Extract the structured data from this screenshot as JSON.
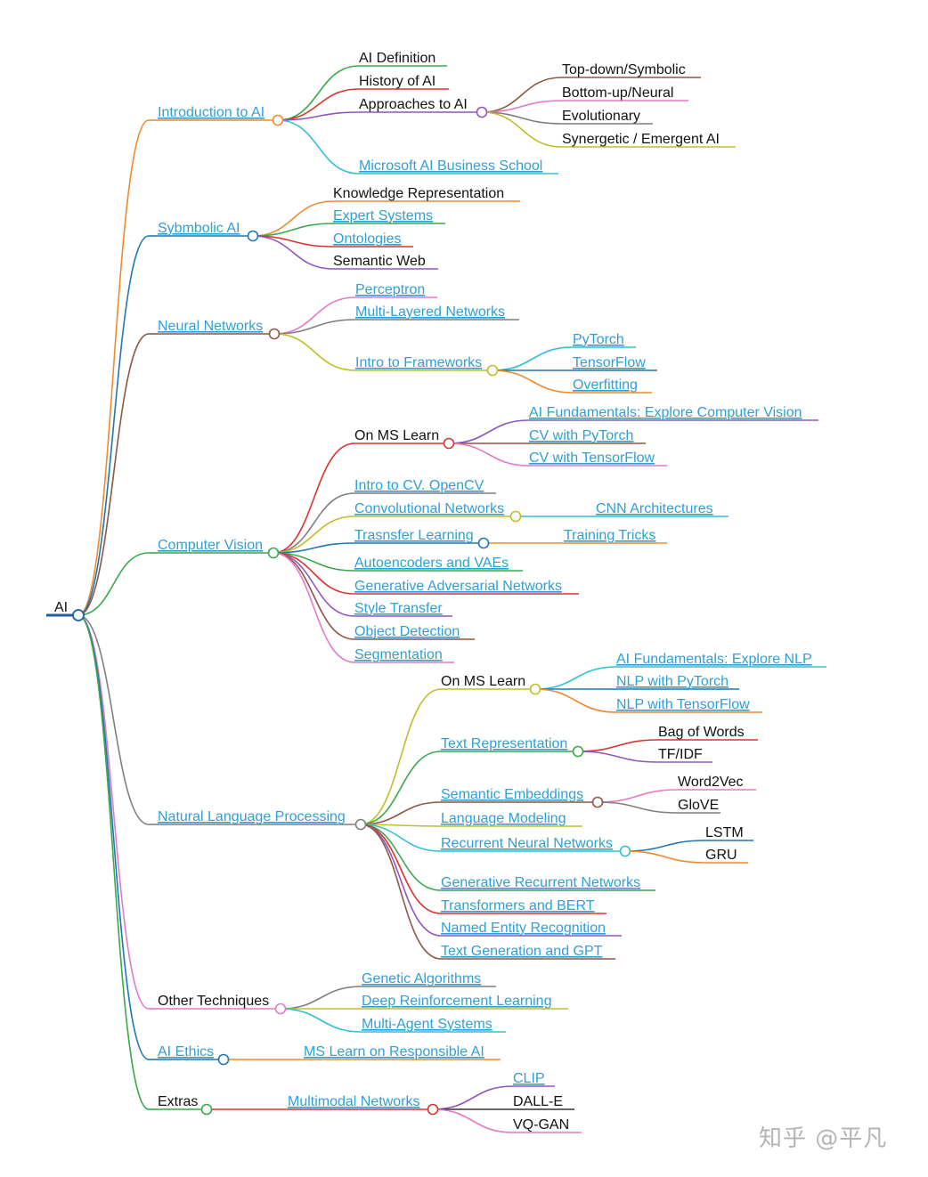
{
  "root": {
    "label": "AI",
    "color": "#1f5fa0"
  },
  "watermark": "知乎 @平凡",
  "colors": {
    "link_text": "#2f9fd6",
    "plain_text": "#111111",
    "node_fill": "#ffffff"
  },
  "branches": [
    {
      "label": "Introduction to AI",
      "link": true,
      "color": "#ef8a2d",
      "children": [
        {
          "label": "AI Definition",
          "link": false,
          "color": "#3aa84a"
        },
        {
          "label": "History of AI",
          "link": false,
          "color": "#d9342f"
        },
        {
          "label": "Approaches to AI",
          "link": false,
          "color": "#9055bf",
          "children": [
            {
              "label": "Top-down/Symbolic",
              "link": false,
              "color": "#8d5744"
            },
            {
              "label": "Bottom-up/Neural",
              "link": false,
              "color": "#e27ac6"
            },
            {
              "label": "Evolutionary",
              "link": false,
              "color": "#7f7f7f"
            },
            {
              "label": "Synergetic / Emergent AI",
              "link": false,
              "color": "#bdbf28"
            }
          ]
        },
        {
          "label": "Microsoft AI Business School",
          "link": true,
          "color": "#2fc0d3"
        }
      ]
    },
    {
      "label": "Sybmbolic AI",
      "link": true,
      "color": "#1f77b4",
      "children": [
        {
          "label": "Knowledge Representation",
          "link": false,
          "color": "#ef8a2d"
        },
        {
          "label": "Expert Systems",
          "link": true,
          "color": "#3aa84a"
        },
        {
          "label": "Ontologies",
          "link": true,
          "color": "#d9342f"
        },
        {
          "label": "Semantic Web",
          "link": false,
          "color": "#9055bf"
        }
      ]
    },
    {
      "label": "Neural Networks",
      "link": true,
      "color": "#8d5744",
      "children": [
        {
          "label": "Perceptron",
          "link": true,
          "color": "#e27ac6"
        },
        {
          "label": "Multi-Layered Networks",
          "link": true,
          "color": "#7f7f7f"
        },
        {
          "label": "Intro to Frameworks",
          "link": true,
          "color": "#bdbf28",
          "children": [
            {
              "label": "PyTorch",
              "link": true,
              "color": "#2fc0d3"
            },
            {
              "label": "TensorFlow",
              "link": true,
              "color": "#1f77b4"
            },
            {
              "label": "Overfitting",
              "link": true,
              "color": "#ef8a2d"
            }
          ]
        }
      ]
    },
    {
      "label": "Computer Vision",
      "link": true,
      "color": "#3aa84a",
      "children": [
        {
          "label": "On MS Learn",
          "link": false,
          "color": "#d9342f",
          "children": [
            {
              "label": "AI Fundamentals: Explore Computer Vision",
              "link": true,
              "color": "#9055bf"
            },
            {
              "label": "CV with PyTorch",
              "link": true,
              "color": "#8d5744"
            },
            {
              "label": "CV with TensorFlow",
              "link": true,
              "color": "#e27ac6"
            }
          ]
        },
        {
          "label": "Intro to CV. OpenCV",
          "link": true,
          "color": "#7f7f7f"
        },
        {
          "label": "Convolutional Networks",
          "link": true,
          "color": "#bdbf28",
          "children": [
            {
              "label": "CNN Architectures",
              "link": true,
              "color": "#2fc0d3"
            }
          ]
        },
        {
          "label": "Trasnsfer Learning",
          "link": true,
          "color": "#1f77b4",
          "children": [
            {
              "label": "Training Tricks",
              "link": true,
              "color": "#ef8a2d"
            }
          ]
        },
        {
          "label": "Autoencoders and VAEs",
          "link": true,
          "color": "#3aa84a"
        },
        {
          "label": "Generative Adversarial Networks",
          "link": true,
          "color": "#d9342f"
        },
        {
          "label": "Style Transfer",
          "link": true,
          "color": "#9055bf"
        },
        {
          "label": "Object Detection",
          "link": true,
          "color": "#8d5744"
        },
        {
          "label": "Segmentation",
          "link": true,
          "color": "#e27ac6"
        }
      ]
    },
    {
      "label": "Natural Language Processing",
      "link": true,
      "color": "#7f7f7f",
      "children": [
        {
          "label": "On MS Learn",
          "link": false,
          "color": "#bdbf28",
          "children": [
            {
              "label": "AI Fundamentals: Explore NLP",
              "link": true,
              "color": "#2fc0d3"
            },
            {
              "label": "NLP with PyTorch",
              "link": true,
              "color": "#1f77b4"
            },
            {
              "label": "NLP with TensorFlow",
              "link": true,
              "color": "#ef8a2d"
            }
          ]
        },
        {
          "label": "Text Representation",
          "link": true,
          "color": "#3aa84a",
          "children": [
            {
              "label": "Bag of Words",
              "link": false,
              "color": "#d9342f"
            },
            {
              "label": "TF/IDF",
              "link": false,
              "color": "#9055bf"
            }
          ]
        },
        {
          "label": "Semantic Embeddings",
          "link": true,
          "color": "#8d5744",
          "children": [
            {
              "label": "Word2Vec",
              "link": false,
              "color": "#e27ac6"
            },
            {
              "label": "GloVE",
              "link": false,
              "color": "#7f7f7f"
            }
          ]
        },
        {
          "label": "Language Modeling",
          "link": true,
          "color": "#bdbf28"
        },
        {
          "label": "Recurrent Neural Networks",
          "link": true,
          "color": "#2fc0d3",
          "children": [
            {
              "label": "LSTM",
              "link": false,
              "color": "#1f77b4"
            },
            {
              "label": "GRU",
              "link": false,
              "color": "#ef8a2d"
            }
          ]
        },
        {
          "label": "Generative Recurrent Networks",
          "link": true,
          "color": "#3aa84a"
        },
        {
          "label": "Transformers and BERT",
          "link": true,
          "color": "#d9342f"
        },
        {
          "label": "Named Entity Recognition",
          "link": true,
          "color": "#9055bf"
        },
        {
          "label": "Text Generation and GPT",
          "link": true,
          "color": "#8d5744"
        }
      ]
    },
    {
      "label": "Other Techniques",
      "link": false,
      "color": "#e27ac6",
      "children": [
        {
          "label": "Genetic Algorithms",
          "link": true,
          "color": "#7f7f7f"
        },
        {
          "label": "Deep Reinforcement Learning",
          "link": true,
          "color": "#bdbf28"
        },
        {
          "label": "Multi-Agent Systems",
          "link": true,
          "color": "#2fc0d3"
        }
      ]
    },
    {
      "label": "AI Ethics",
      "link": true,
      "color": "#1f77b4",
      "children": [
        {
          "label": "MS Learn on Responsible AI",
          "link": true,
          "color": "#ef8a2d"
        }
      ]
    },
    {
      "label": "Extras",
      "link": false,
      "color": "#3aa84a",
      "children": [
        {
          "label": "Multimodal Networks",
          "link": true,
          "color": "#d9342f",
          "children": [
            {
              "label": "CLIP",
              "link": true,
              "color": "#9055bf"
            },
            {
              "label": "DALL-E",
              "link": false,
              "color": "#333333"
            },
            {
              "label": "VQ-GAN",
              "link": false,
              "color": "#e27ac6"
            }
          ]
        }
      ]
    }
  ]
}
